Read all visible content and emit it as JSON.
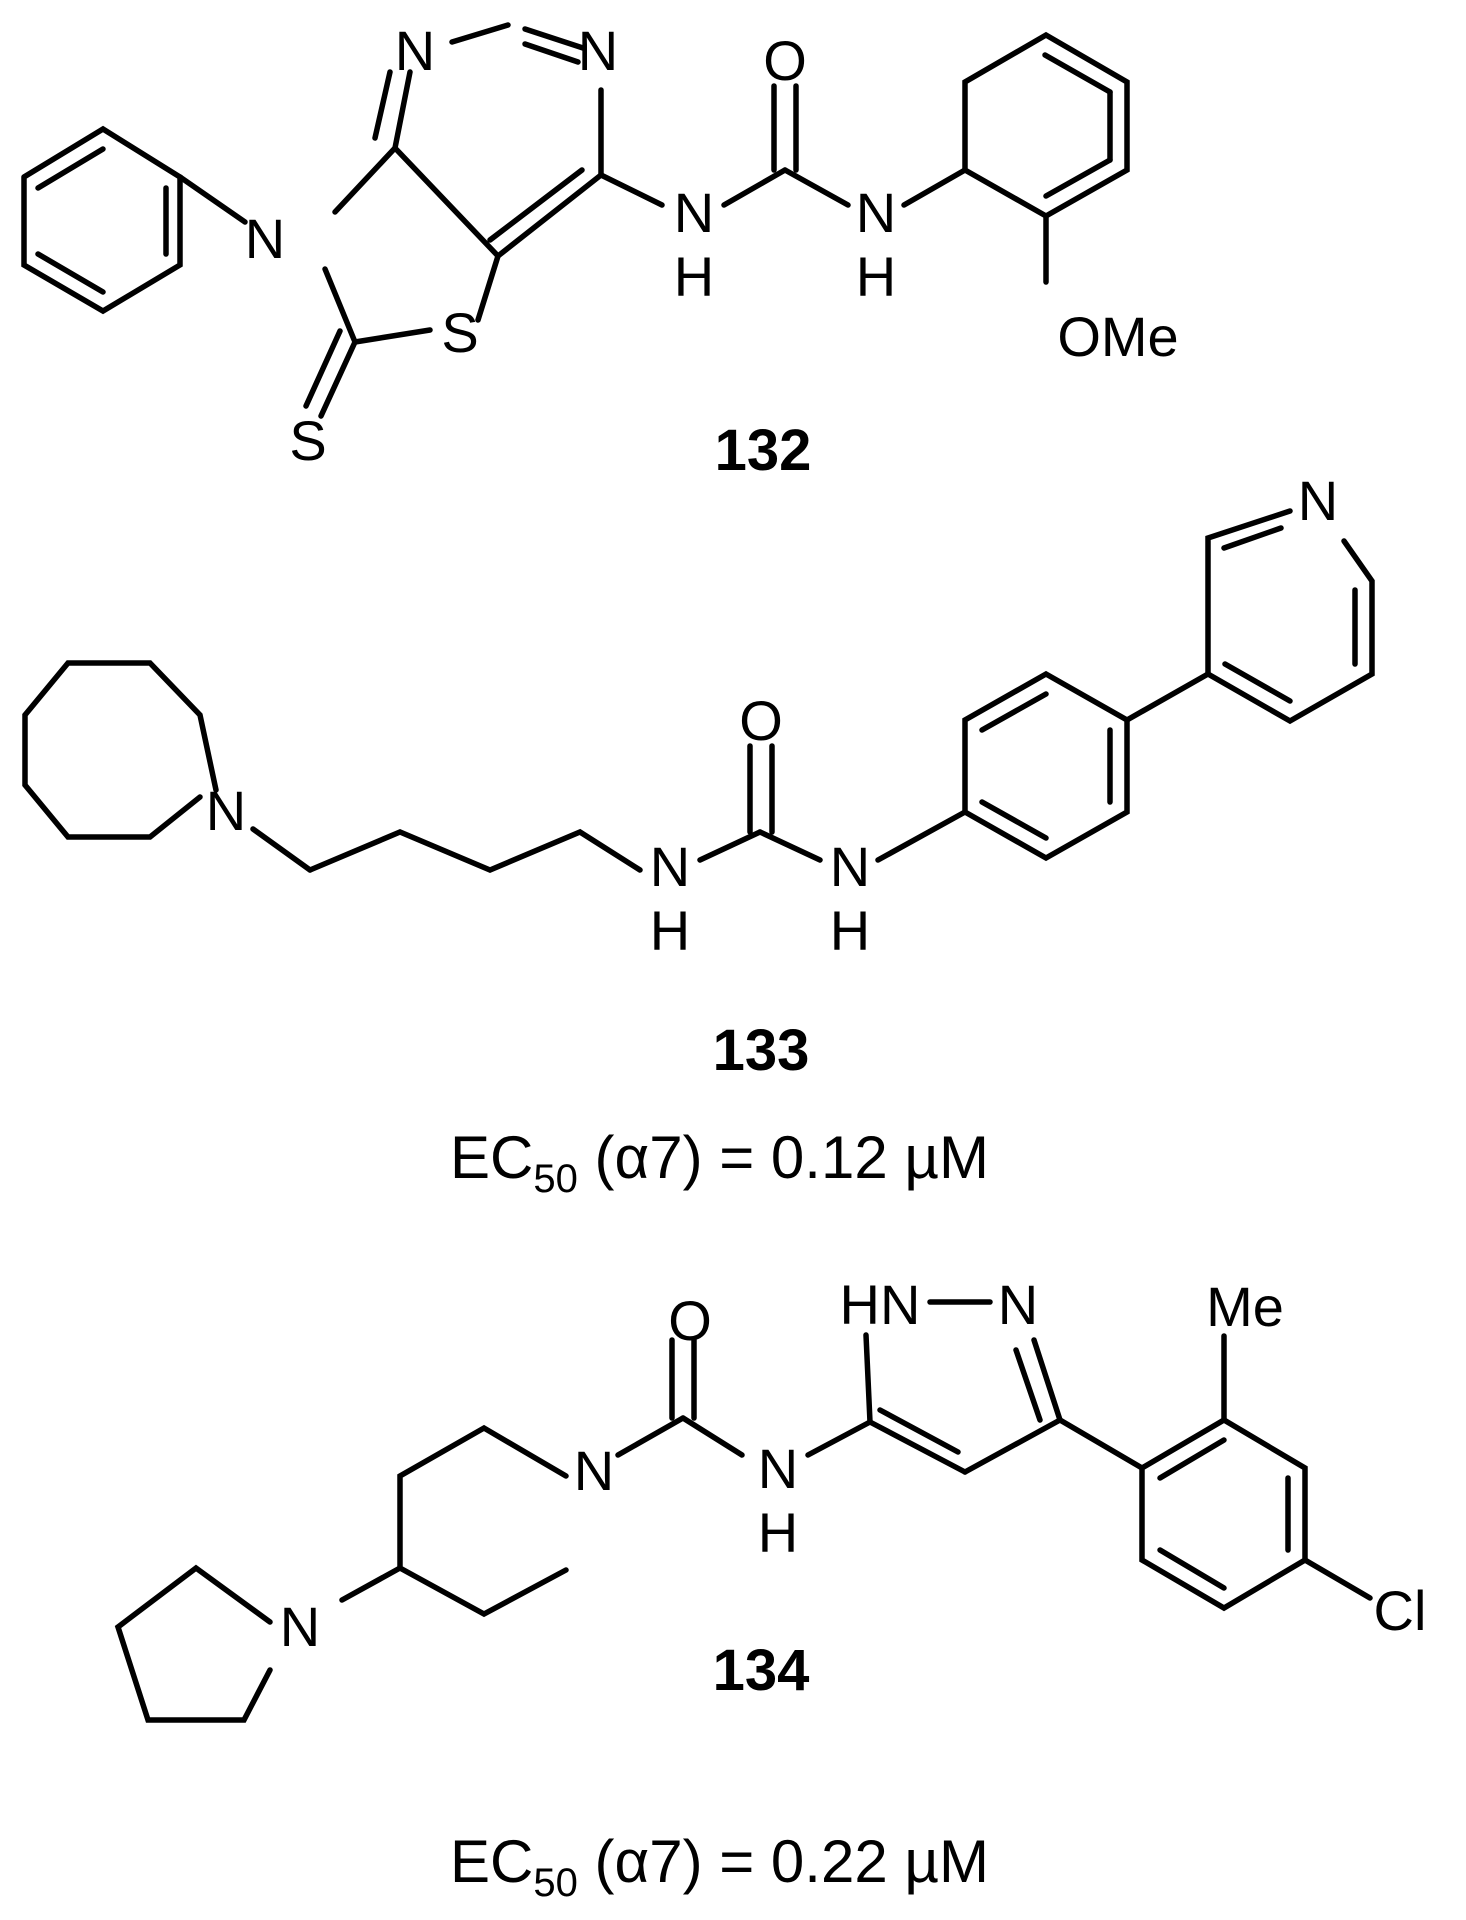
{
  "compounds": [
    {
      "id": "132",
      "atom_labels": {
        "n1": "N",
        "n3": "N",
        "n_thz": "N",
        "s_ring": "S",
        "s_thione": "S",
        "nh1": "N",
        "nh1_h": "H",
        "carbonyl_o": "O",
        "nh2": "N",
        "nh2_h": "H",
        "ome": "OMe"
      },
      "activity": null
    },
    {
      "id": "133",
      "atom_labels": {
        "pip_n": "N",
        "nh1": "N",
        "nh1_h": "H",
        "carbonyl_o": "O",
        "nh2": "N",
        "nh2_h": "H",
        "pyr_n": "N"
      },
      "activity": {
        "label": "EC",
        "subscript": "50",
        "text": " (α7) = 0.12 µM"
      }
    },
    {
      "id": "134",
      "atom_labels": {
        "carbonyl_o": "O",
        "pip_n": "N",
        "pyrr_n": "N",
        "nh": "N",
        "nh_h": "H",
        "hn_pyrazole": "HN",
        "n_pyrazole": "N",
        "me": "Me",
        "cl": "Cl"
      },
      "activity": {
        "label": "EC",
        "subscript": "50",
        "text": " (α7) = 0.22 µM"
      }
    }
  ]
}
